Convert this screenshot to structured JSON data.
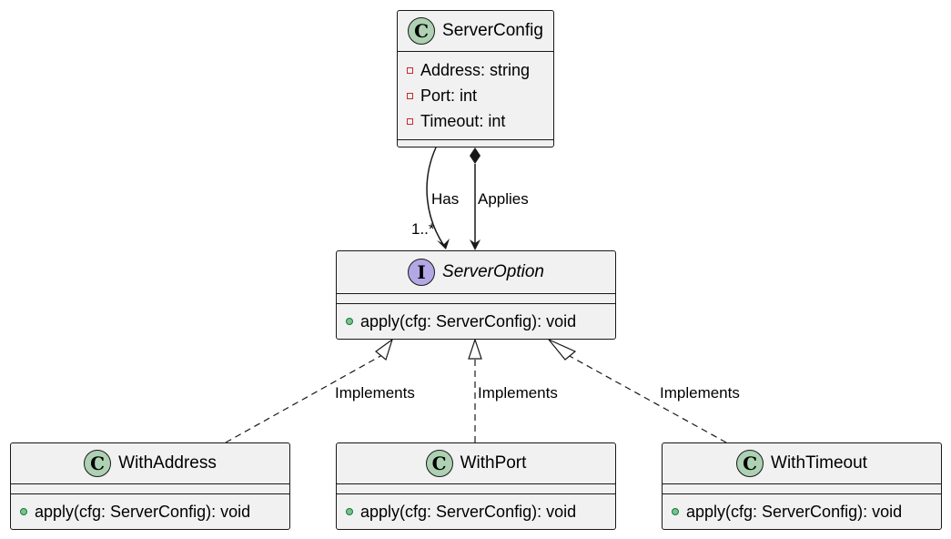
{
  "classes": {
    "server_config": {
      "name": "ServerConfig",
      "stereotype_letter": "C",
      "attributes": [
        "Address: string",
        "Port: int",
        "Timeout: int"
      ]
    },
    "server_option": {
      "name": "ServerOption",
      "stereotype_letter": "I",
      "method": "apply(cfg: ServerConfig): void"
    },
    "with_address": {
      "name": "WithAddress",
      "stereotype_letter": "C",
      "method": "apply(cfg: ServerConfig): void"
    },
    "with_port": {
      "name": "WithPort",
      "stereotype_letter": "C",
      "method": "apply(cfg: ServerConfig): void"
    },
    "with_timeout": {
      "name": "WithTimeout",
      "stereotype_letter": "C",
      "method": "apply(cfg: ServerConfig): void"
    }
  },
  "relations": {
    "has_label": "Has",
    "has_multiplicity": "1..*",
    "applies_label": "Applies",
    "implements_left": "Implements",
    "implements_center": "Implements",
    "implements_right": "Implements"
  },
  "colors": {
    "box_fill": "#f1f1f1",
    "border": "#181818",
    "class_circle": "#add1b2",
    "interface_circle": "#b4a7e5",
    "private_marker": "#c82930",
    "public_marker": "#84be84"
  }
}
